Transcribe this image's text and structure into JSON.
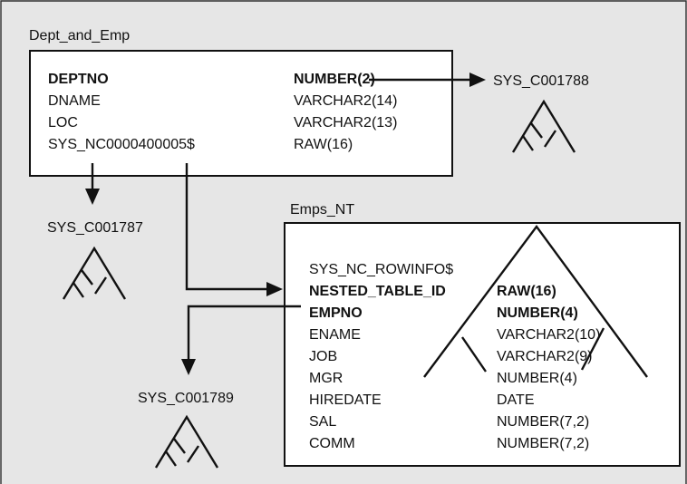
{
  "colors": {
    "panel": "#e6e6e6",
    "box": "#ffffff",
    "ink": "#111111"
  },
  "outer": {
    "title": "Dept_and_Emp"
  },
  "dept_table": {
    "columns": [
      {
        "name": "DEPTNO",
        "type": "NUMBER(2)",
        "bold": true
      },
      {
        "name": "DNAME",
        "type": "VARCHAR2(14)",
        "bold": false
      },
      {
        "name": "LOC",
        "type": "VARCHAR2(13)",
        "bold": false
      },
      {
        "name": "SYS_NC0000400005$",
        "type": "RAW(16)",
        "bold": false
      }
    ]
  },
  "indexes": {
    "deptno_index": "SYS_C001788",
    "nc_index": "SYS_C001787",
    "empno_index": "SYS_C001789"
  },
  "nested_table": {
    "title": "Emps_NT",
    "columns": [
      {
        "name": "SYS_NC_ROWINFO$",
        "type": "",
        "bold": false
      },
      {
        "name": "NESTED_TABLE_ID",
        "type": "RAW(16)",
        "bold": true
      },
      {
        "name": "EMPNO",
        "type": "NUMBER(4)",
        "bold": true
      },
      {
        "name": "ENAME",
        "type": "VARCHAR2(10)",
        "bold": false
      },
      {
        "name": "JOB",
        "type": "VARCHAR2(9)",
        "bold": false
      },
      {
        "name": "MGR",
        "type": "NUMBER(4)",
        "bold": false
      },
      {
        "name": "HIREDATE",
        "type": "DATE",
        "bold": false
      },
      {
        "name": "SAL",
        "type": "NUMBER(7,2)",
        "bold": false
      },
      {
        "name": "COMM",
        "type": "NUMBER(7,2)",
        "bold": false
      }
    ]
  }
}
